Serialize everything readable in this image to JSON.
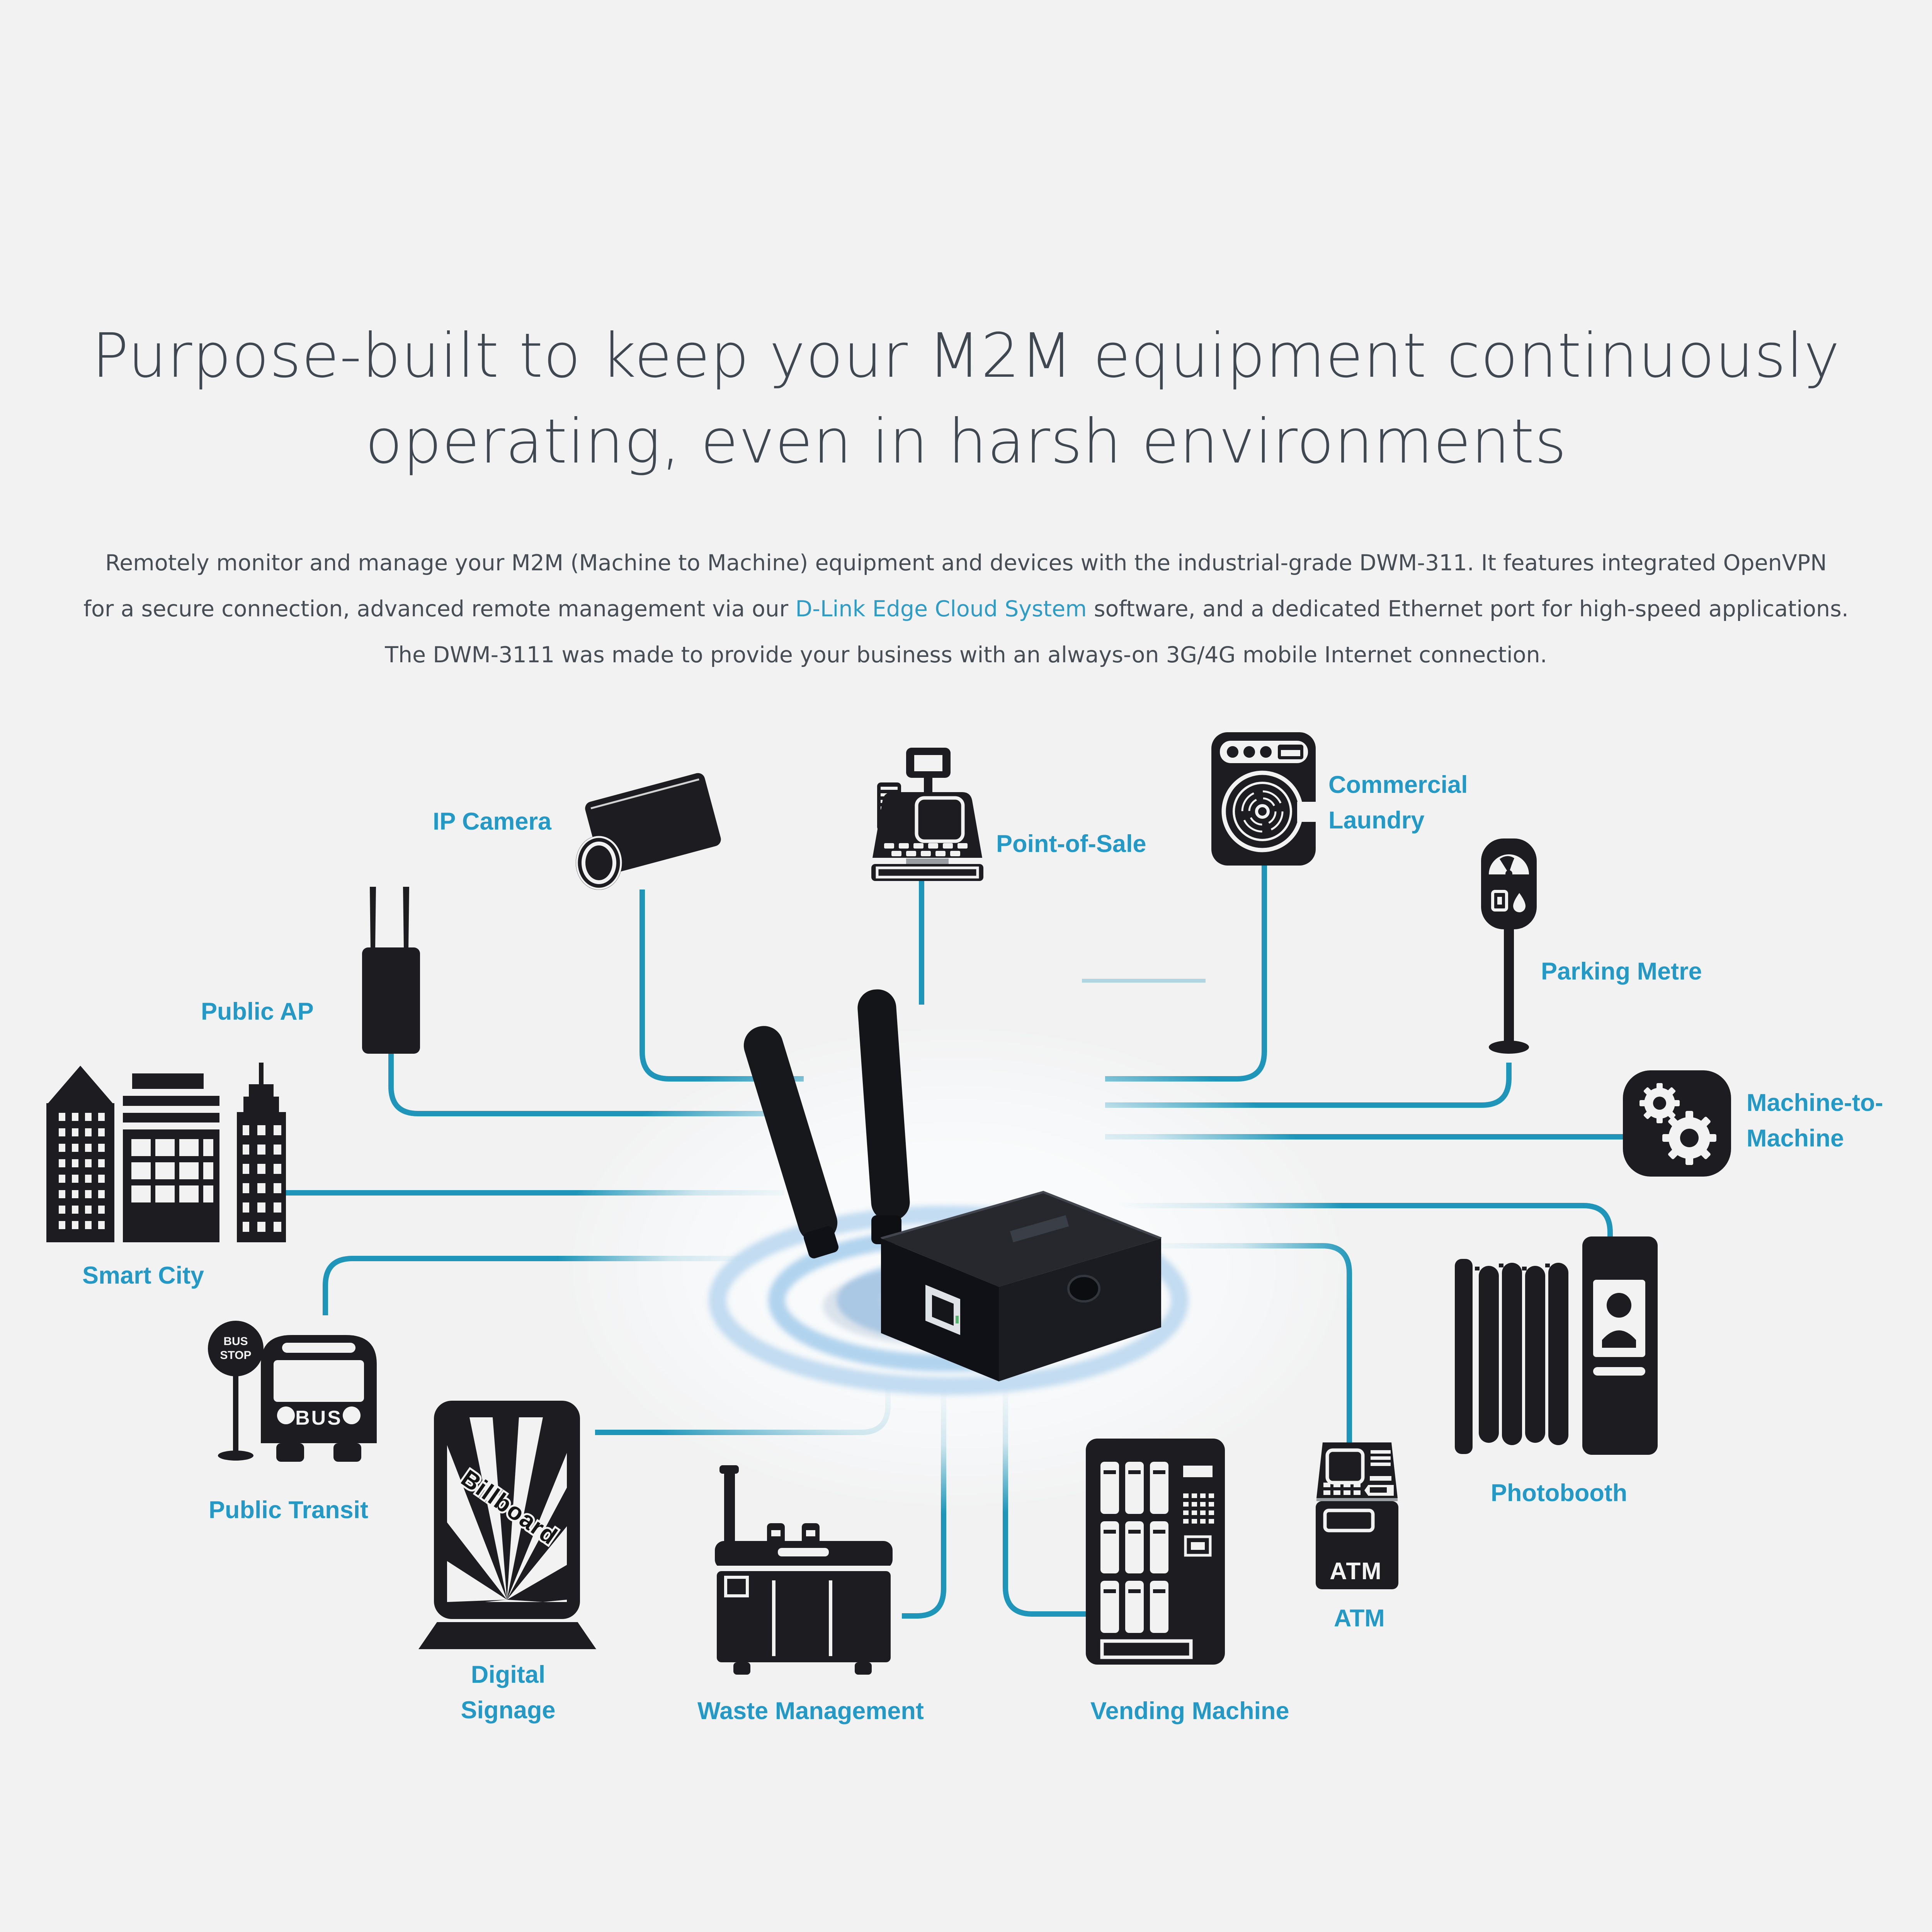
{
  "page": {
    "background": "#f2f2f2"
  },
  "heading": {
    "line1": "Purpose-built to keep your M2M equipment continuously",
    "line2": "operating, even in harsh environments",
    "color": "#3f4751"
  },
  "intro": {
    "line1": "Remotely monitor and manage your M2M (Machine to Machine) equipment and devices with the industrial-grade DWM-311. It features integrated OpenVPN",
    "line2_before": "for a secure connection, advanced remote management via our ",
    "link": "D-Link Edge Cloud System",
    "line2_after": " software, and a dedicated Ethernet port for high-speed applications.",
    "line3": "The DWM-3111 was made to provide your business with an always-on 3G/4G mobile Internet connection.",
    "text_color": "#474d54",
    "link_color": "#2e9cc4"
  },
  "diagram": {
    "line_color": "#1f96b9",
    "label_color": "#2499c5",
    "icon_color": "#1d1d21",
    "center_device": "DWM-311 3G/4G M2M router with two antennas over blue signal rings",
    "devices": [
      {
        "id": "ip-camera",
        "label": "IP Camera"
      },
      {
        "id": "point-of-sale",
        "label": "Point-of-Sale"
      },
      {
        "id": "commercial-laundry",
        "lines": [
          "Commercial",
          "Laundry"
        ]
      },
      {
        "id": "parking-metre",
        "label": "Parking Metre"
      },
      {
        "id": "public-ap",
        "label": "Public AP"
      },
      {
        "id": "machine-to-machine",
        "lines": [
          "Machine-to-",
          "Machine"
        ]
      },
      {
        "id": "smart-city",
        "label": "Smart City"
      },
      {
        "id": "public-transit",
        "label": "Public Transit",
        "icon_texts": {
          "sign_line1": "BUS",
          "sign_line2": "STOP",
          "bus_front": "BUS"
        }
      },
      {
        "id": "digital-signage",
        "lines": [
          "Digital",
          "Signage"
        ],
        "icon_texts": {
          "screen": "Billboard"
        }
      },
      {
        "id": "waste-management",
        "label": "Waste Management"
      },
      {
        "id": "vending-machine",
        "label": "Vending Machine"
      },
      {
        "id": "atm",
        "label": "ATM",
        "icon_texts": {
          "body": "ATM"
        }
      },
      {
        "id": "photobooth",
        "label": "Photobooth"
      }
    ]
  }
}
